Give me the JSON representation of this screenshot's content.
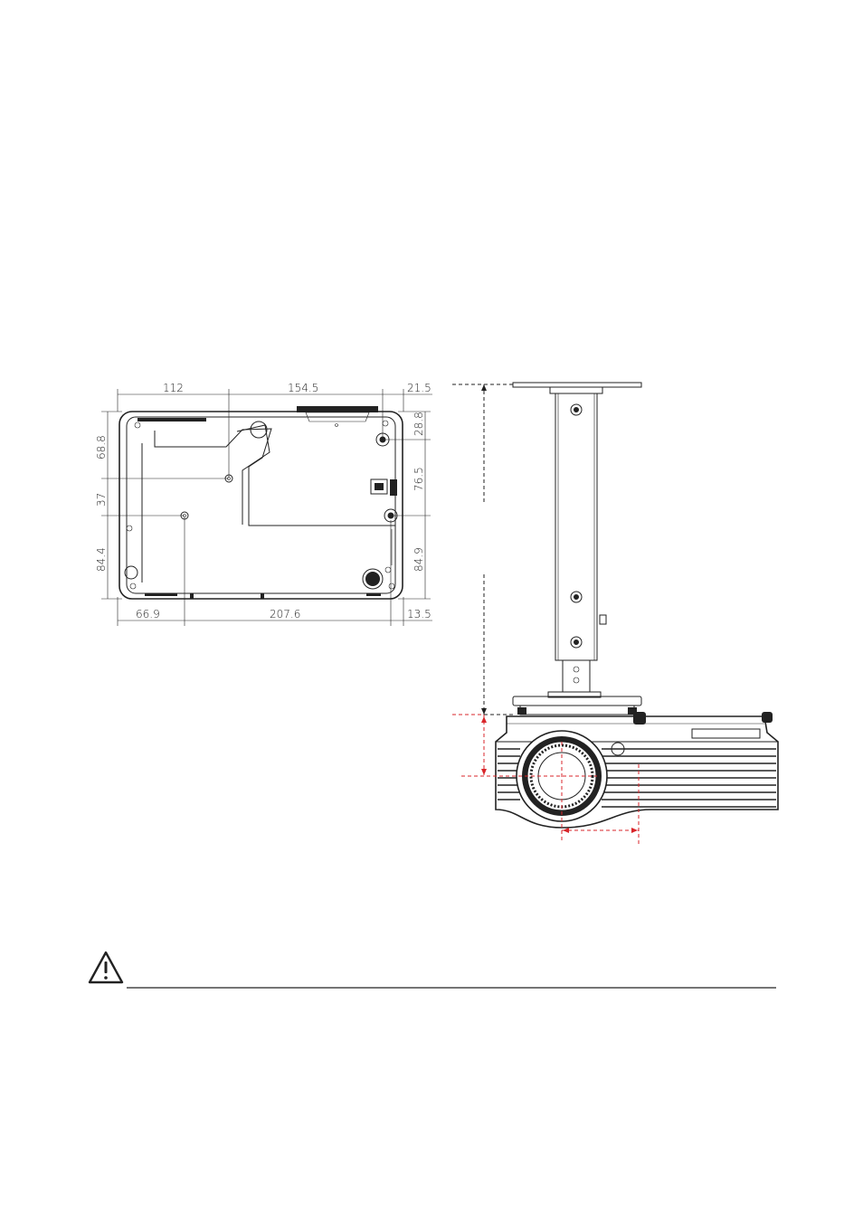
{
  "bottom_view": {
    "top_dims": [
      "112",
      "154.5",
      "21.5"
    ],
    "bottom_dims": [
      "66.9",
      "207.6",
      "13.5"
    ],
    "left_dims": [
      "68.8",
      "37",
      "84.4"
    ],
    "right_dims": [
      "28.8",
      "76.5",
      "84.9"
    ]
  },
  "warning": {
    "icon": "warning-triangle-icon"
  },
  "colors": {
    "line": "#222222",
    "center_guide": "#d9262b"
  }
}
